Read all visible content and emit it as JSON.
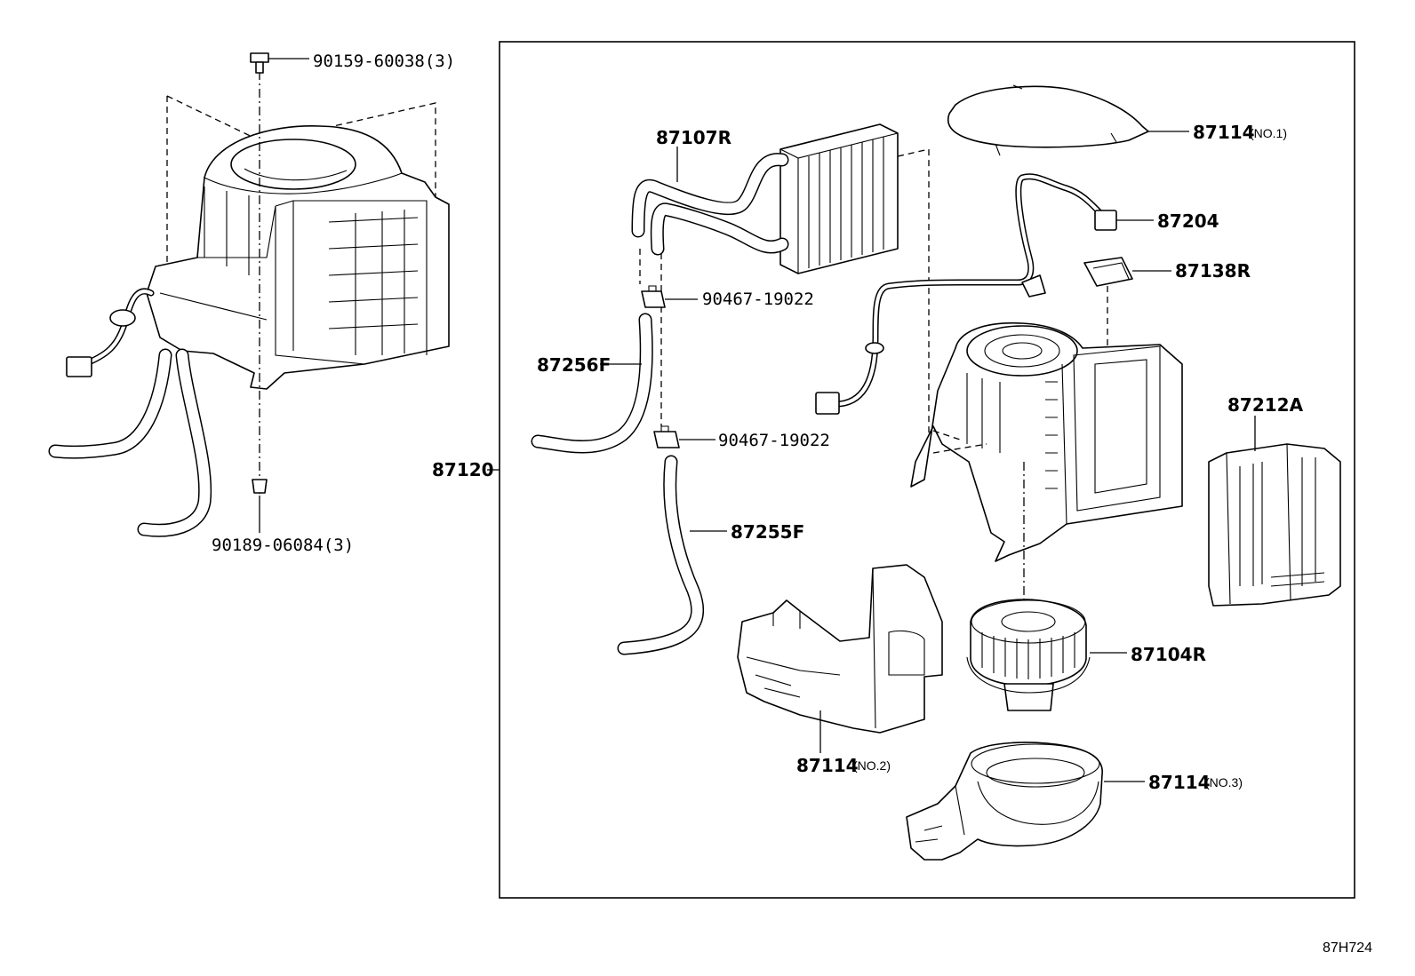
{
  "diagram": {
    "reference_code": "87H724",
    "assembly_label": "87120",
    "labels": {
      "bolt": "90159-60038(3)",
      "clip_bottom": "90189-06084(3)",
      "radiator": "87107R",
      "hose_clamp_upper": "90467-19022",
      "hose_clamp_lower": "90467-19022",
      "hose_upper": "87256F",
      "hose_lower": "87255F",
      "cover_top_num": "87114",
      "cover_top_suffix": "(NO.1)",
      "harness": "87204",
      "servo": "87138R",
      "case_cover": "87212A",
      "duct_num": "87114",
      "duct_suffix": "(NO.2)",
      "blower_motor": "87104R",
      "blower_case_num": "87114",
      "blower_case_suffix": "(NO.3)"
    }
  }
}
